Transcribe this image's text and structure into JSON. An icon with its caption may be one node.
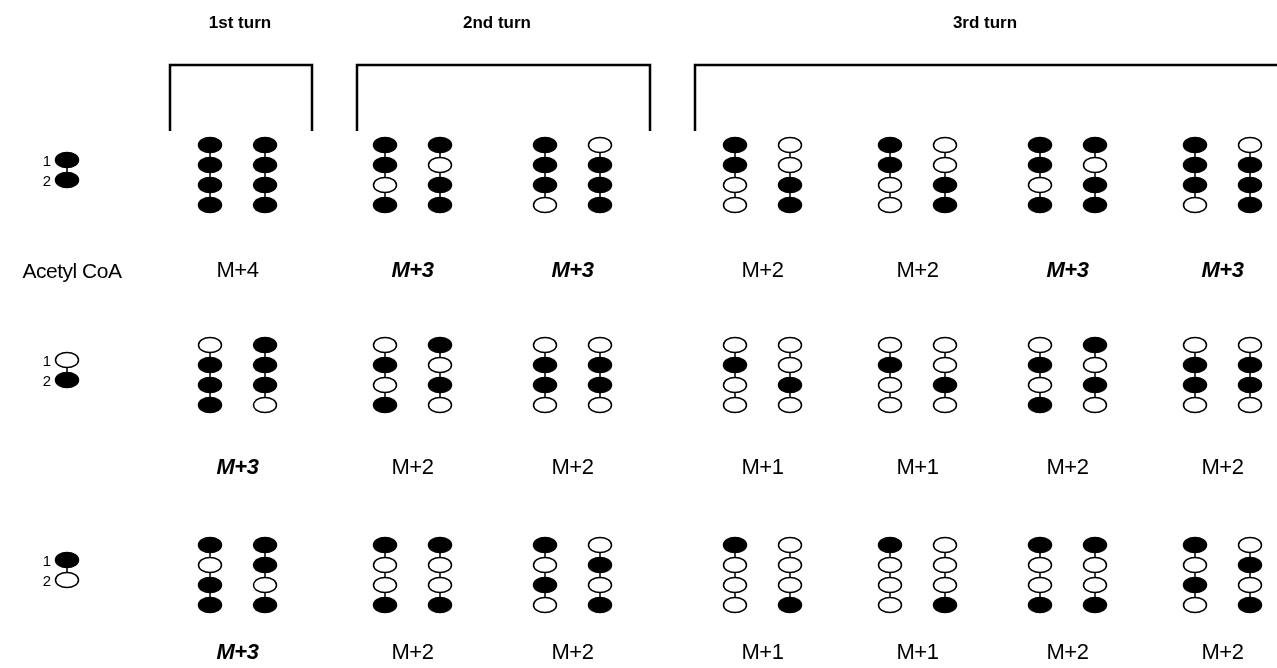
{
  "diagram": {
    "labels": [
      "1st turn",
      "2nd turn",
      "3rd turn",
      "1",
      "2",
      "Acetyl CoA",
      "M+4",
      "M+3",
      "M+3",
      "M+2",
      "M+2",
      "M+3",
      "M+3",
      "1",
      "2",
      "M+3",
      "M+2",
      "M+2",
      "M+1",
      "M+1",
      "M+2",
      "M+2",
      "1",
      "2",
      "M+3",
      "M+2",
      "M+2",
      "M+1",
      "M+1",
      "M+2",
      "M+2"
    ]
  }
}
